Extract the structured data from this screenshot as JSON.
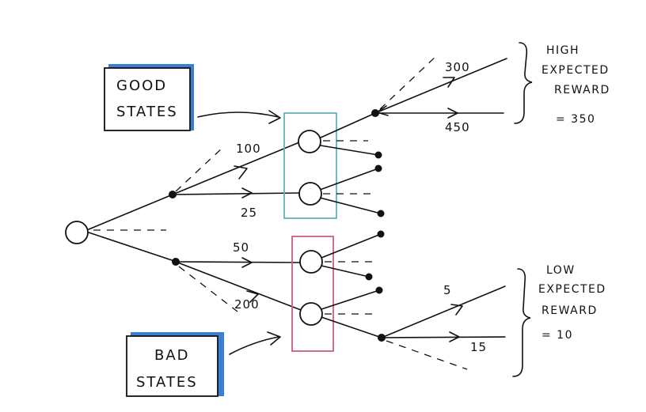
{
  "boxes": {
    "good": {
      "line1": "GOOD",
      "line2": "STATES"
    },
    "bad": {
      "line1": "BAD",
      "line2": "STATES"
    }
  },
  "edge_labels": {
    "g1": "100",
    "g2": "25",
    "b1": "50",
    "b2": "200",
    "top1": "300",
    "top2": "450",
    "bot1": "5",
    "bot2": "15"
  },
  "high": {
    "line1": "HIGH",
    "line2": "EXPECTED",
    "line3": "REWARD",
    "line4": "= 350"
  },
  "low": {
    "line1": "LOW",
    "line2": "EXPECTED",
    "line3": "REWARD",
    "line4": "= 10"
  },
  "colors": {
    "ink": "#111111",
    "highlight_shadow": "#3b7fd0",
    "good_box": "#5fb3b8",
    "bad_box": "#c9607d"
  }
}
